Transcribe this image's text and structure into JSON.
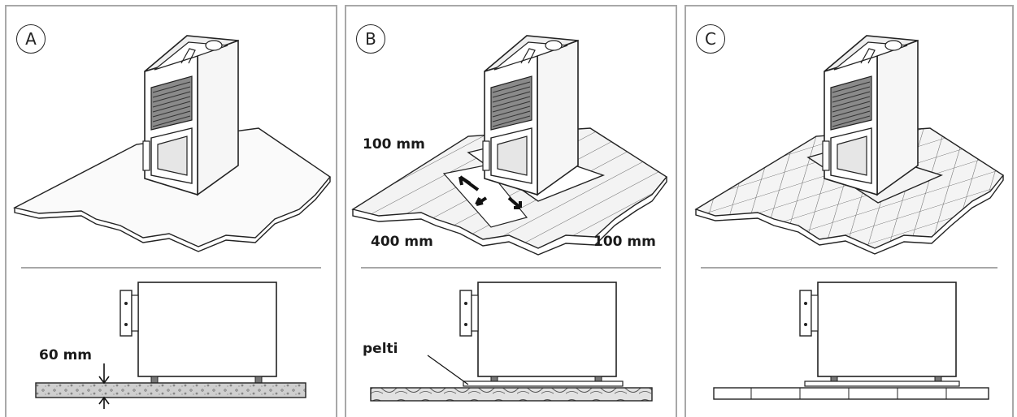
{
  "panels": [
    {
      "letter": "A",
      "dimension_labels": [
        "60 mm"
      ]
    },
    {
      "letter": "B",
      "dimension_labels": [
        "100 mm",
        "400 mm",
        "100 mm"
      ],
      "material_label": "pelti"
    },
    {
      "letter": "C",
      "dimension_labels": []
    }
  ]
}
